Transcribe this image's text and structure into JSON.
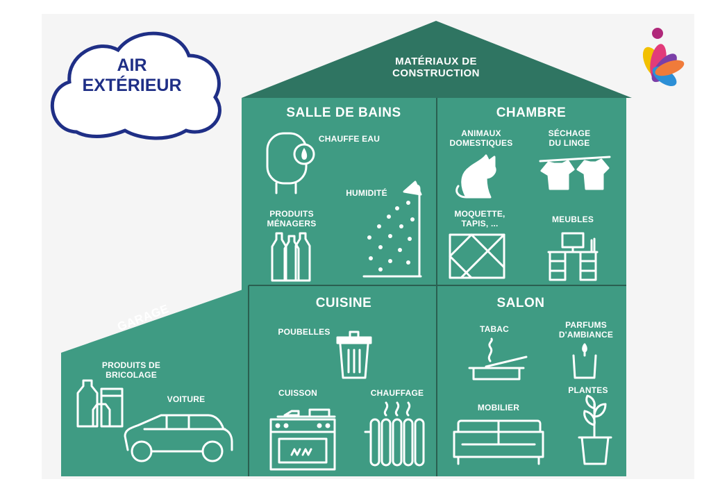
{
  "outside": {
    "label_line1": "AIR",
    "label_line2": "EXTÉRIEUR"
  },
  "roof": {
    "label_line1": "MATÉRIAUX DE",
    "label_line2": "CONSTRUCTION"
  },
  "rooms": {
    "bathroom": {
      "title": "SALLE DE BAINS",
      "water_heater": "CHAUFFE EAU",
      "humidity": "HUMIDITÉ",
      "cleaning_line1": "PRODUITS",
      "cleaning_line2": "MÉNAGERS"
    },
    "bedroom": {
      "title": "CHAMBRE",
      "pets_line1": "ANIMAUX",
      "pets_line2": "DOMESTIQUES",
      "laundry_line1": "SÉCHAGE",
      "laundry_line2": "DU LINGE",
      "carpet_line1": "MOQUETTE,",
      "carpet_line2": "TAPIS, ...",
      "furniture": "MEUBLES"
    },
    "kitchen": {
      "title": "CUISINE",
      "bins": "POUBELLES",
      "cooking": "CUISSON",
      "heating": "CHAUFFAGE"
    },
    "living": {
      "title": "SALON",
      "tobacco": "TABAC",
      "perfume_line1": "PARFUMS",
      "perfume_line2": "D'AMBIANCE",
      "furnishing": "MOBILIER",
      "plants": "PLANTES"
    },
    "garage": {
      "title": "GARAGE",
      "diy_line1": "PRODUITS DE",
      "diy_line2": "BRICOLAGE",
      "car": "VOITURE"
    }
  },
  "colors": {
    "wall": "#3f9b83",
    "roof": "#2f7562",
    "cloud_stroke": "#1f2f86",
    "lines": "#ffffff"
  }
}
